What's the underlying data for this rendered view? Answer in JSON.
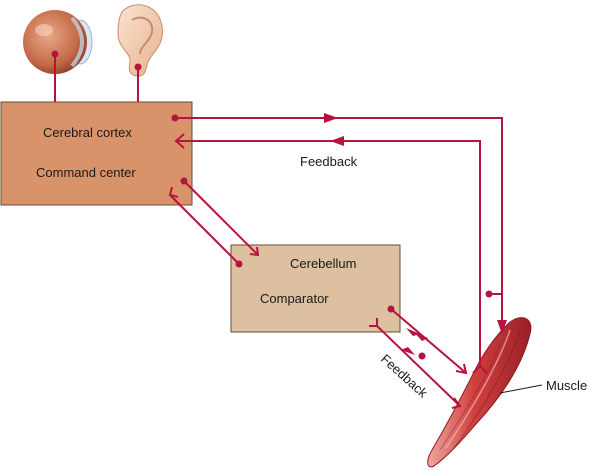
{
  "labels": {
    "cortex_title": "Cerebral cortex",
    "cortex_subtitle": "Command center",
    "cerebellum_title": "Cerebellum",
    "cerebellum_subtitle": "Comparator",
    "feedback_top": "Feedback",
    "feedback_lower": "Feedback",
    "muscle": "Muscle"
  },
  "colors": {
    "pathway": "#b8123e",
    "cortex_fill": "#d9936a",
    "cerebellum_fill": "#dcc0a0",
    "box_stroke": "#6b4a33",
    "muscle": "#c8383c"
  },
  "icons": {
    "eye": "eye-icon",
    "ear": "ear-icon",
    "muscle": "muscle-illustration"
  }
}
